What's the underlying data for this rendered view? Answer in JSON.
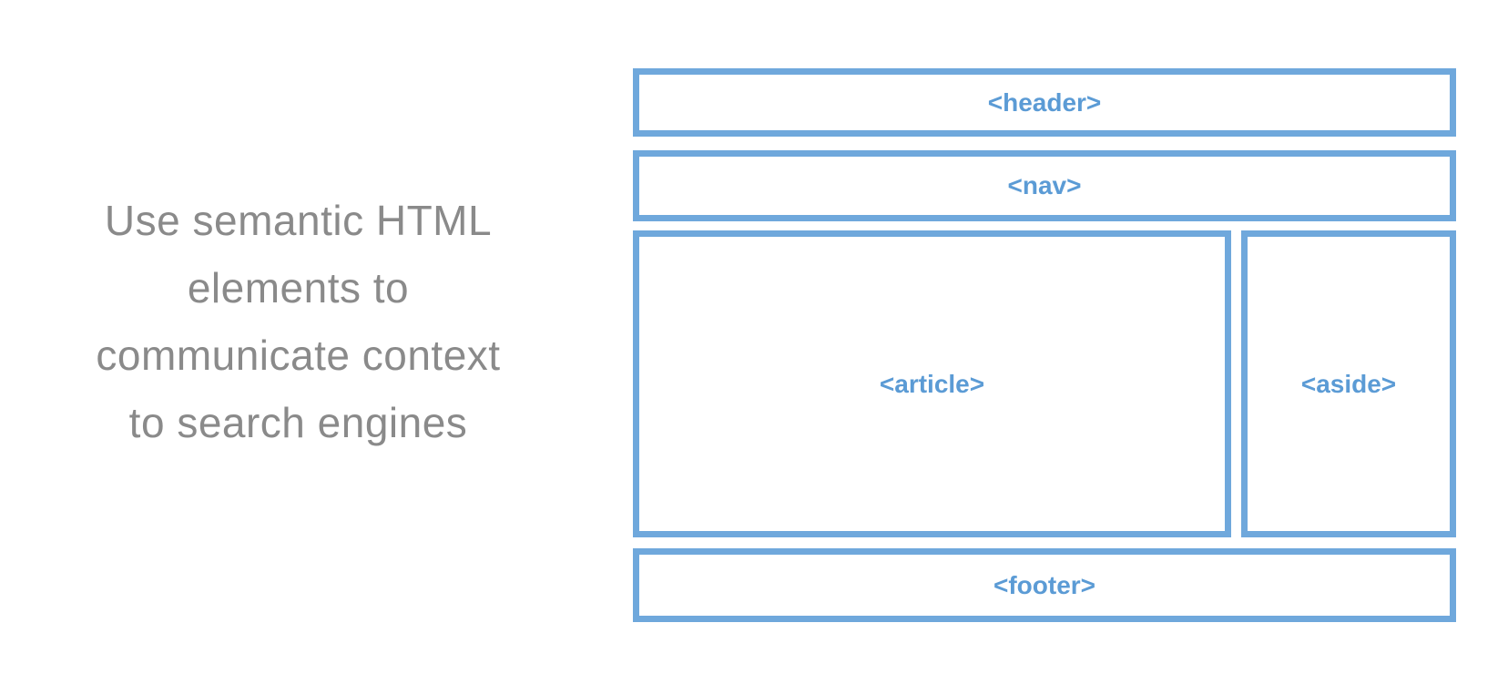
{
  "caption": {
    "lines": [
      "Use semantic HTML",
      "elements to",
      "communicate context",
      "to search engines"
    ]
  },
  "diagram": {
    "boxes": [
      {
        "id": "header",
        "label": "<header>"
      },
      {
        "id": "nav",
        "label": "<nav>"
      },
      {
        "id": "article",
        "label": "<article>"
      },
      {
        "id": "aside",
        "label": "<aside>"
      },
      {
        "id": "footer",
        "label": "<footer>"
      }
    ]
  },
  "colors": {
    "border_blue": "#6FA8DC",
    "label_blue": "#5B9BD5",
    "caption_gray": "#8a8a8a",
    "background": "#ffffff"
  }
}
